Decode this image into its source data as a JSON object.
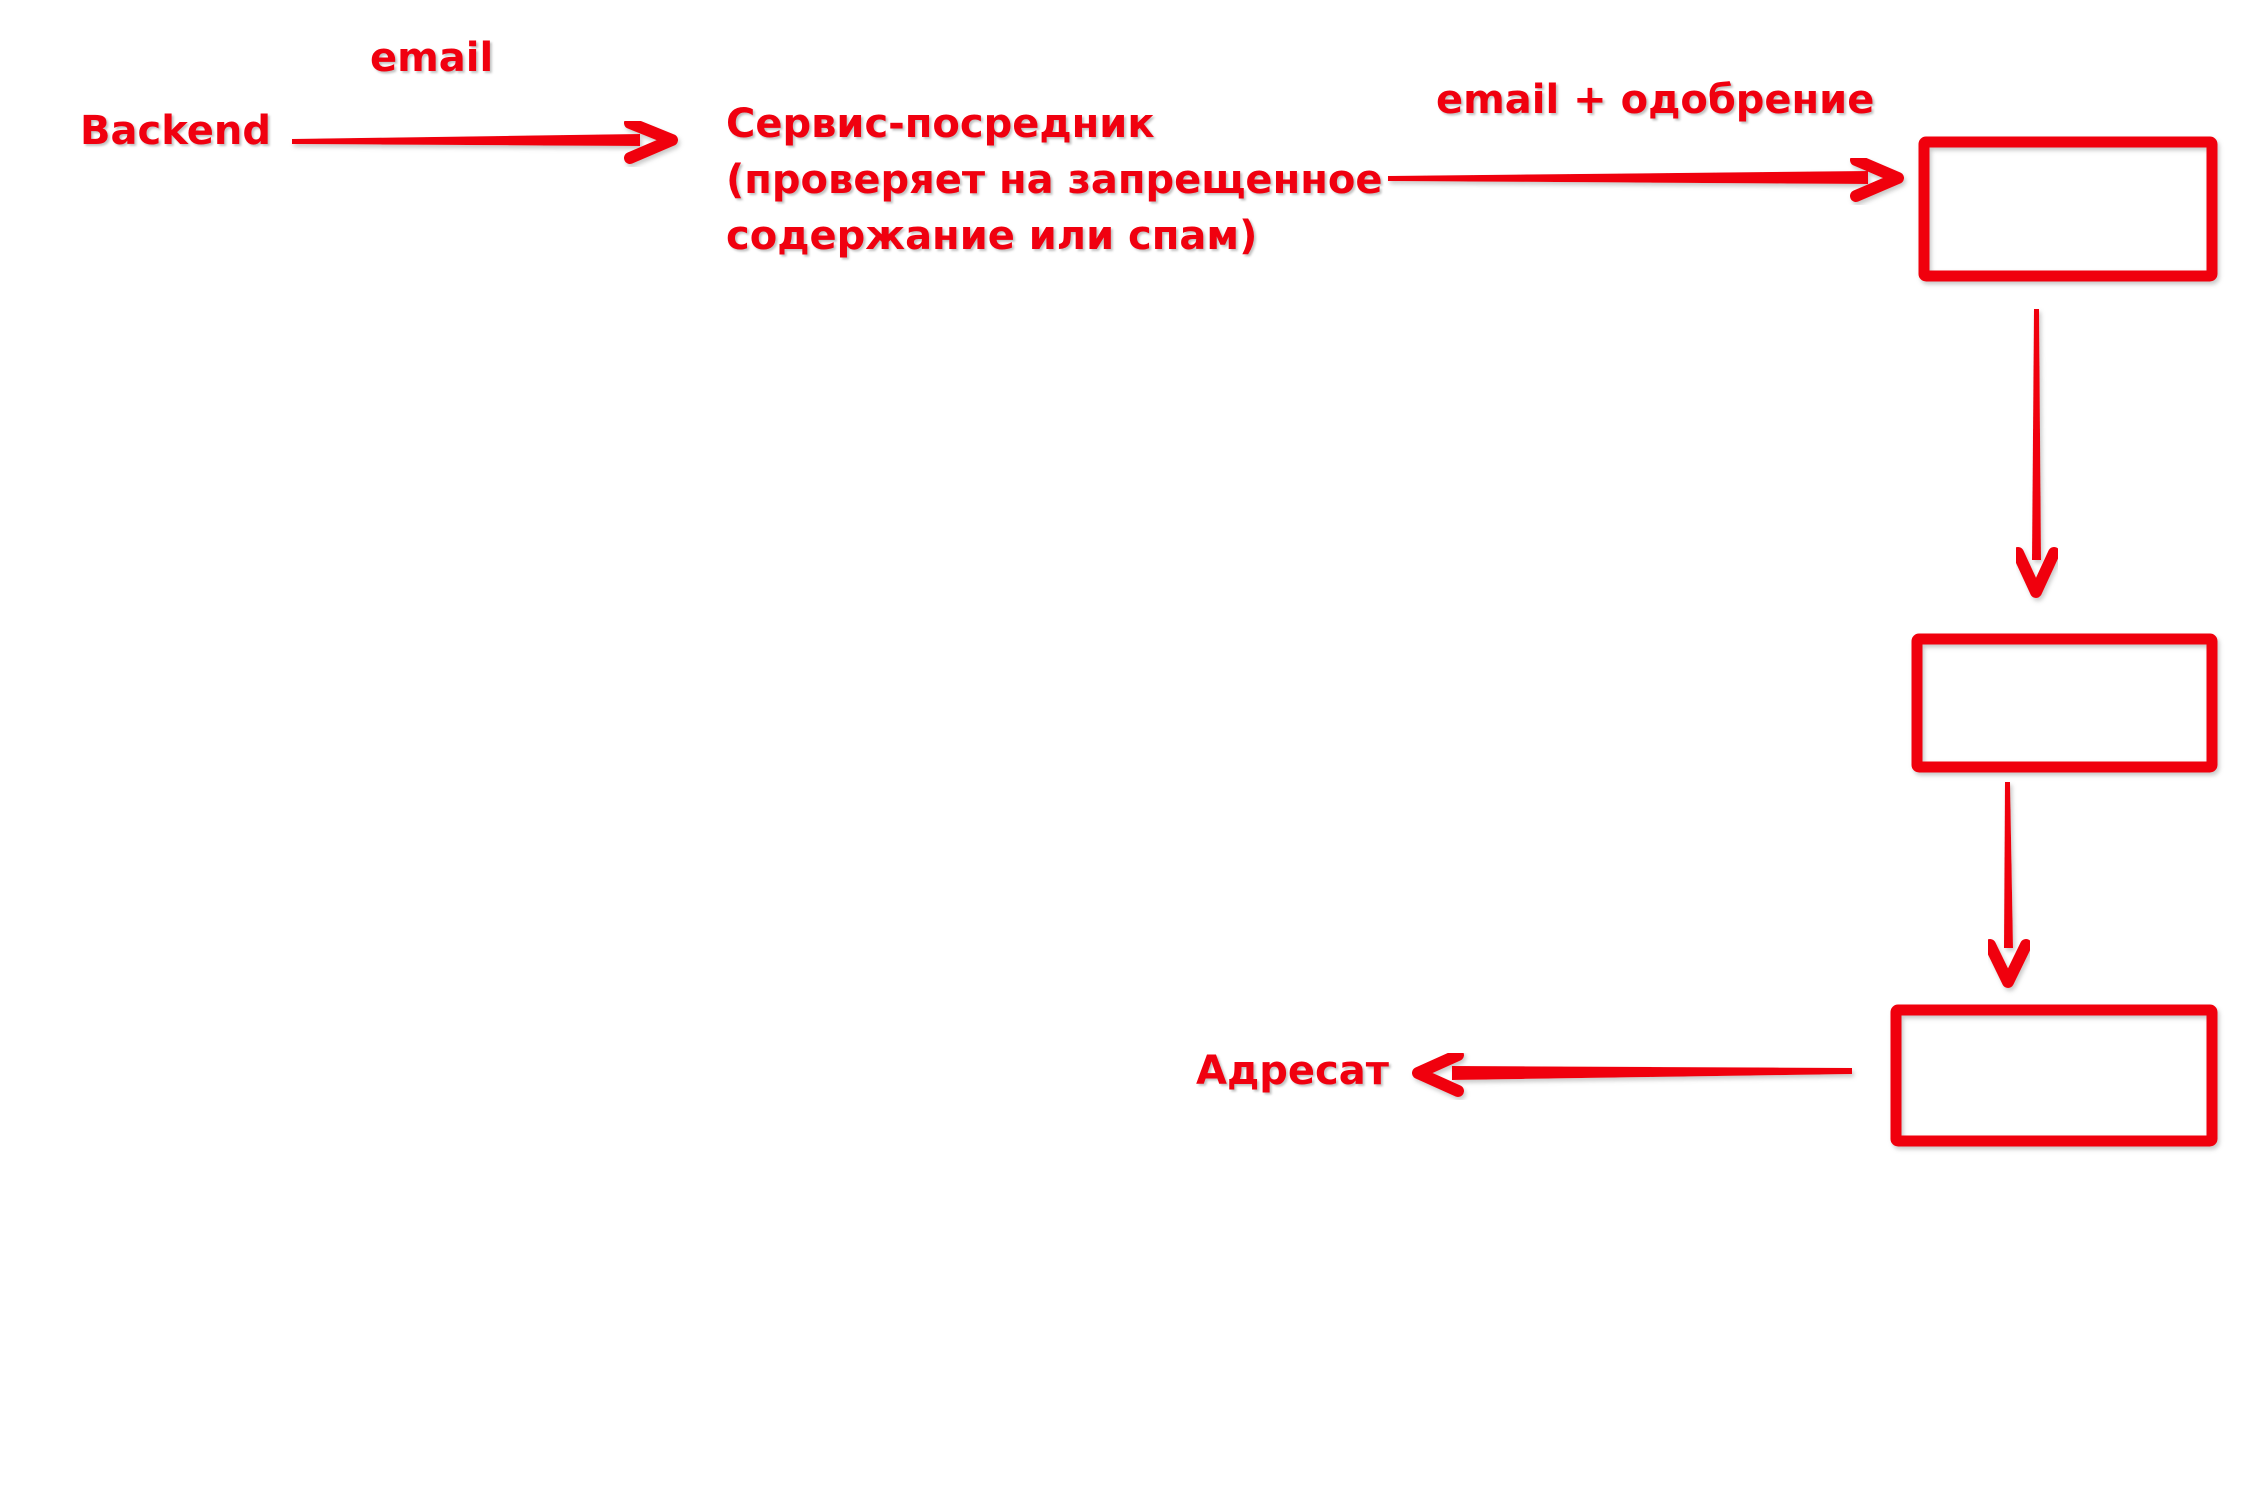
{
  "colors": {
    "accent": "#f0000f"
  },
  "labels": {
    "email": "email",
    "backend": "Backend",
    "service": [
      "Сервис-посредник",
      "(проверяет на запрещенное",
      "содержание или спам)"
    ],
    "email_approval": "email + одобрение",
    "recipient": "Адресат"
  }
}
